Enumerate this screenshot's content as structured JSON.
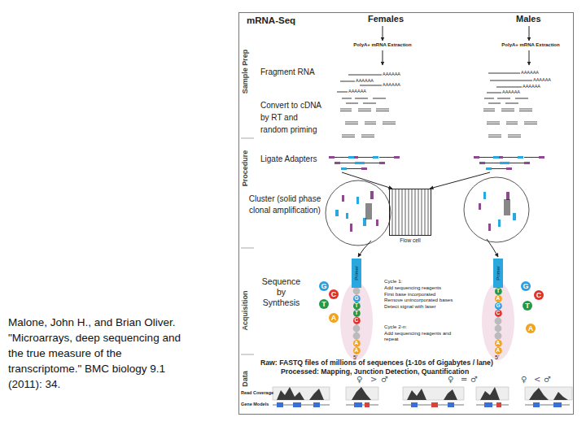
{
  "diagram": {
    "title": "mRNA-Seq",
    "caption": "Malone, John H., and Brian Oliver. \"Microarrays, deep sequencing and the true measure of the transcriptome.\" BMC biology 9.1 (2011): 34.",
    "nodes": [
      {
        "text": [
          "Flow cell"
        ]
      },
      {
        "text": [
          "Primer"
        ]
      },
      {
        "text": [
          "Primer"
        ]
      },
      {
        "text": [
          "G"
        ]
      },
      {
        "text": [
          "C"
        ]
      },
      {
        "text": [
          "T"
        ]
      },
      {
        "text": [
          "A"
        ]
      },
      {
        "text": [
          "G"
        ]
      },
      {
        "text": [
          "T"
        ]
      },
      {
        "text": [
          "T"
        ]
      },
      {
        "text": [
          "C"
        ]
      },
      {
        "text": [
          "A"
        ]
      },
      {
        "text": [
          "A"
        ]
      },
      {
        "text": [
          "T"
        ]
      },
      {
        "text": [
          "A"
        ]
      },
      {
        "text": [
          "G"
        ]
      },
      {
        "text": [
          "C"
        ]
      },
      {
        "text": [
          "A"
        ]
      },
      {
        "text": [
          "A"
        ]
      },
      {
        "text": [
          "G"
        ]
      },
      {
        "text": [
          "C"
        ]
      },
      {
        "text": [
          "T"
        ]
      },
      {
        "text": [
          "A"
        ]
      }
    ],
    "labels": [
      "Females",
      "Males",
      "PolyA+ mRNA Extraction",
      "PolyA+ mRNA Extraction",
      "AAAAAA",
      "AAAAAA",
      "AAAAAA",
      "AAAAAA",
      "AAAAAA",
      "AAAAAA",
      "AAAAAA",
      "AAAAAA",
      "Sample Prep",
      "Fragment RNA",
      "Convert to cDNA by RT and random priming",
      "Procedure",
      "Ligate Adapters",
      "Cluster (solid phase clonal amplification)",
      "Acquisition",
      "Sequence by Synthesis",
      "Cycle 1:",
      "Add sequencing reagents",
      "First base incorporated",
      "Remove unincorporated bases",
      "Detect signal with laser",
      "Cycle 2-n:",
      "Add sequencing reagents and repeat",
      "5'",
      "5'",
      "Data",
      "Raw: FASTQ files of millions of sequences (1-10s of Gigabytes / lane)",
      "Processed: Mapping, Junction Detection, Quantification",
      "♀",
      ">",
      "♂",
      "♀",
      "=",
      "♂",
      "♀",
      "<",
      "♂",
      "Read Coverage",
      "Gene Models"
    ]
  }
}
